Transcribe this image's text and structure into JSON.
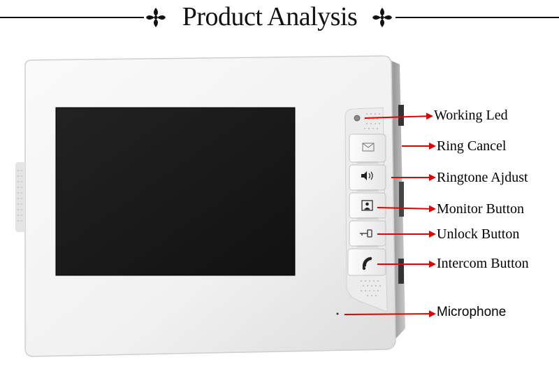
{
  "header": {
    "title": "Product Analysis"
  },
  "labels": {
    "working_led": "Working Led",
    "ring_cancel": "Ring Cancel",
    "ringtone_adjust": "Ringtone Ajdust",
    "monitor_button": "Monitor Button",
    "unlock_button": "Unlock Button",
    "intercom_button": "Intercom Button",
    "microphone": "Microphone"
  },
  "colors": {
    "arrow": "#e00000",
    "screen": "#1a1a1a",
    "body": "#f4f4f4"
  },
  "icons": [
    "envelope-icon",
    "speaker-icon",
    "person-icon",
    "key-icon",
    "handset-icon"
  ]
}
